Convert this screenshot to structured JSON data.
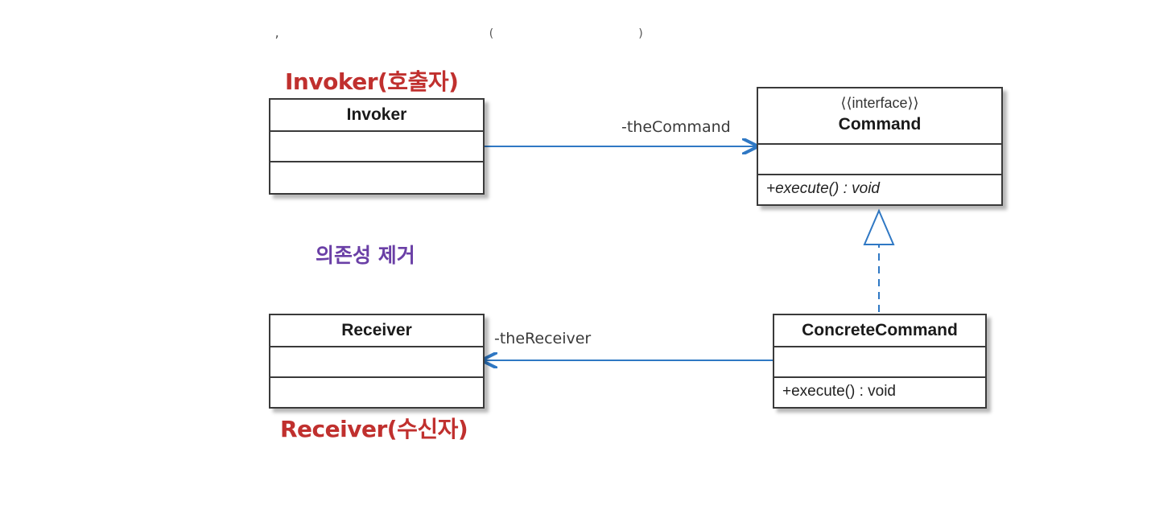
{
  "captions": {
    "invoker": "Invoker(호출자)",
    "receiver": "Receiver(수신자)",
    "center_note": "의존성 제거"
  },
  "classes": {
    "invoker": {
      "name": "Invoker"
    },
    "command": {
      "stereotype": "⟨⟨interface⟩⟩",
      "name": "Command",
      "operation": "+execute() : void"
    },
    "receiver": {
      "name": "Receiver"
    },
    "concrete_command": {
      "name": "ConcreteCommand",
      "operation": "+execute() : void"
    }
  },
  "associations": {
    "invoker_to_command": "-theCommand",
    "concrete_to_receiver": "-theReceiver"
  },
  "colors": {
    "caption_red": "#c0302e",
    "note_purple": "#6a3fa6",
    "association_blue": "#2f78c4",
    "realization_blue": "#2f78c4"
  }
}
